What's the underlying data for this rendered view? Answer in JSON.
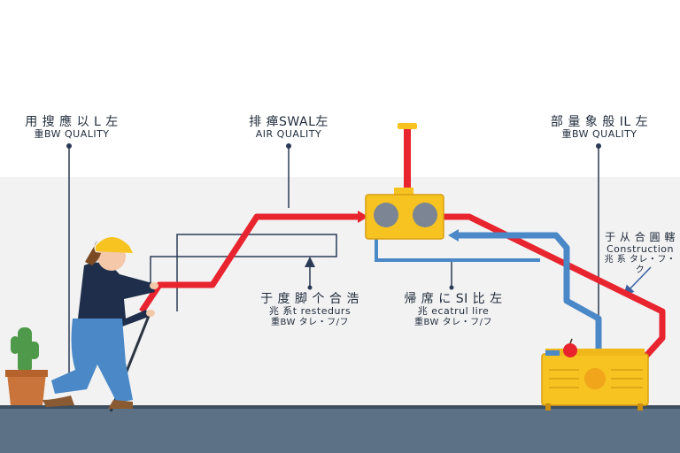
{
  "labels": {
    "top_left": {
      "line1": "用 搜 應 以 L 左",
      "line2": "重BW QUALITY"
    },
    "top_center": {
      "line1": "排 瘅SWAL左",
      "line2": "AIR QUALITY"
    },
    "top_right": {
      "line1": "部 量 象 般 IL 左",
      "line2": "重BW QUALITY"
    },
    "mid_left": {
      "line1": "于 度 脚 个 合 浩",
      "line2": "兆 系t restedurs",
      "line3": "重BW タレ・フ/フ"
    },
    "mid_center": {
      "line1": "帰 席 に SI 比 左",
      "line2": "兆 ecatrul lire",
      "line3": "重BW タレ・フ/フ"
    },
    "right": {
      "line1": "于 从 合 圓 轄",
      "line2": "Construction",
      "line3": "兆 系 タレ・フ・ク"
    }
  },
  "colors": {
    "pipe_red": "#e8242e",
    "pipe_blue": "#4a88c7",
    "unit_yellow": "#f6c320",
    "floor": "#5d7186"
  },
  "icons": [
    "worker-figure",
    "cactus-plant-icon",
    "apple-icon",
    "air-unit-icon",
    "boiler-unit-icon"
  ]
}
